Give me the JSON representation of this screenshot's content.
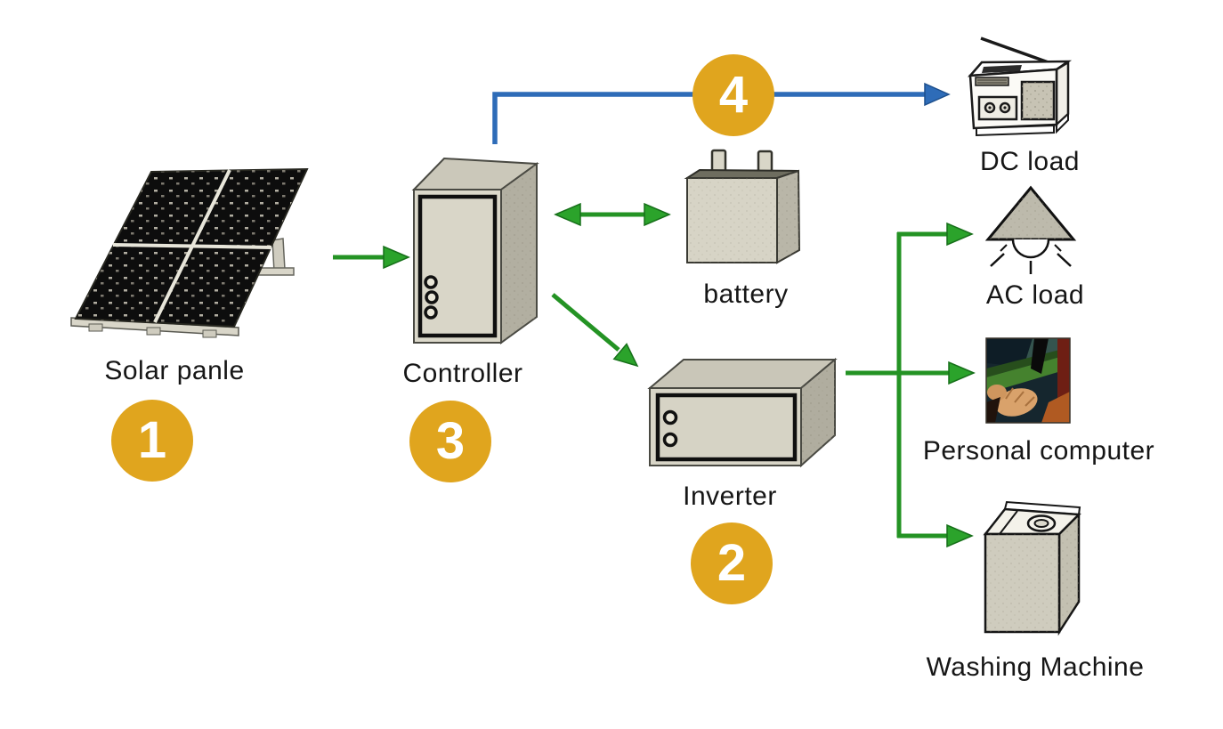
{
  "diagram": {
    "type": "flow-diagram",
    "subject": "off-grid solar power system",
    "background": "#ffffff",
    "colors": {
      "green_arrow": "#249324",
      "blue_arrow": "#2e6cb8",
      "badge_gold": "#e0a51e",
      "badge_text": "#ffffff",
      "label_text": "#161616",
      "box_front": "#d8d5c7",
      "box_top": "#c9c6b8",
      "box_side": "#b2afa1",
      "solar_cell_black": "#0d0d0d",
      "lamp_shade_gray": "#bdbaac"
    },
    "nodes": {
      "solar_panel": {
        "label": "Solar panle",
        "step": "1",
        "icon": "solar-panel"
      },
      "controller": {
        "label": "Controller",
        "step": "3",
        "icon": "controller-cabinet"
      },
      "battery": {
        "label": "battery",
        "icon": "battery-block"
      },
      "inverter": {
        "label": "Inverter",
        "step": "2",
        "icon": "inverter-box"
      },
      "dc_load": {
        "label": "DC load",
        "icon": "radio"
      },
      "ac_load": {
        "label": "AC load",
        "icon": "lamp"
      },
      "personal_computer": {
        "label": "Personal computer",
        "icon": "laptop-photo"
      },
      "washing_machine": {
        "label": "Washing Machine",
        "icon": "top-load-washer"
      }
    },
    "flow_badge": {
      "step": "4"
    },
    "connections": [
      {
        "from": "solar_panel",
        "to": "controller",
        "color": "green",
        "direction": "one-way"
      },
      {
        "from": "controller",
        "to": "battery",
        "color": "green",
        "direction": "two-way"
      },
      {
        "from": "controller",
        "to": "inverter",
        "color": "green",
        "direction": "one-way"
      },
      {
        "from": "controller",
        "to": "dc_load",
        "color": "blue",
        "direction": "one-way",
        "step": "4"
      },
      {
        "from": "inverter",
        "to": "ac_load",
        "color": "green",
        "direction": "one-way"
      },
      {
        "from": "inverter",
        "to": "personal_computer",
        "color": "green",
        "direction": "one-way"
      },
      {
        "from": "inverter",
        "to": "washing_machine",
        "color": "green",
        "direction": "one-way"
      }
    ]
  }
}
